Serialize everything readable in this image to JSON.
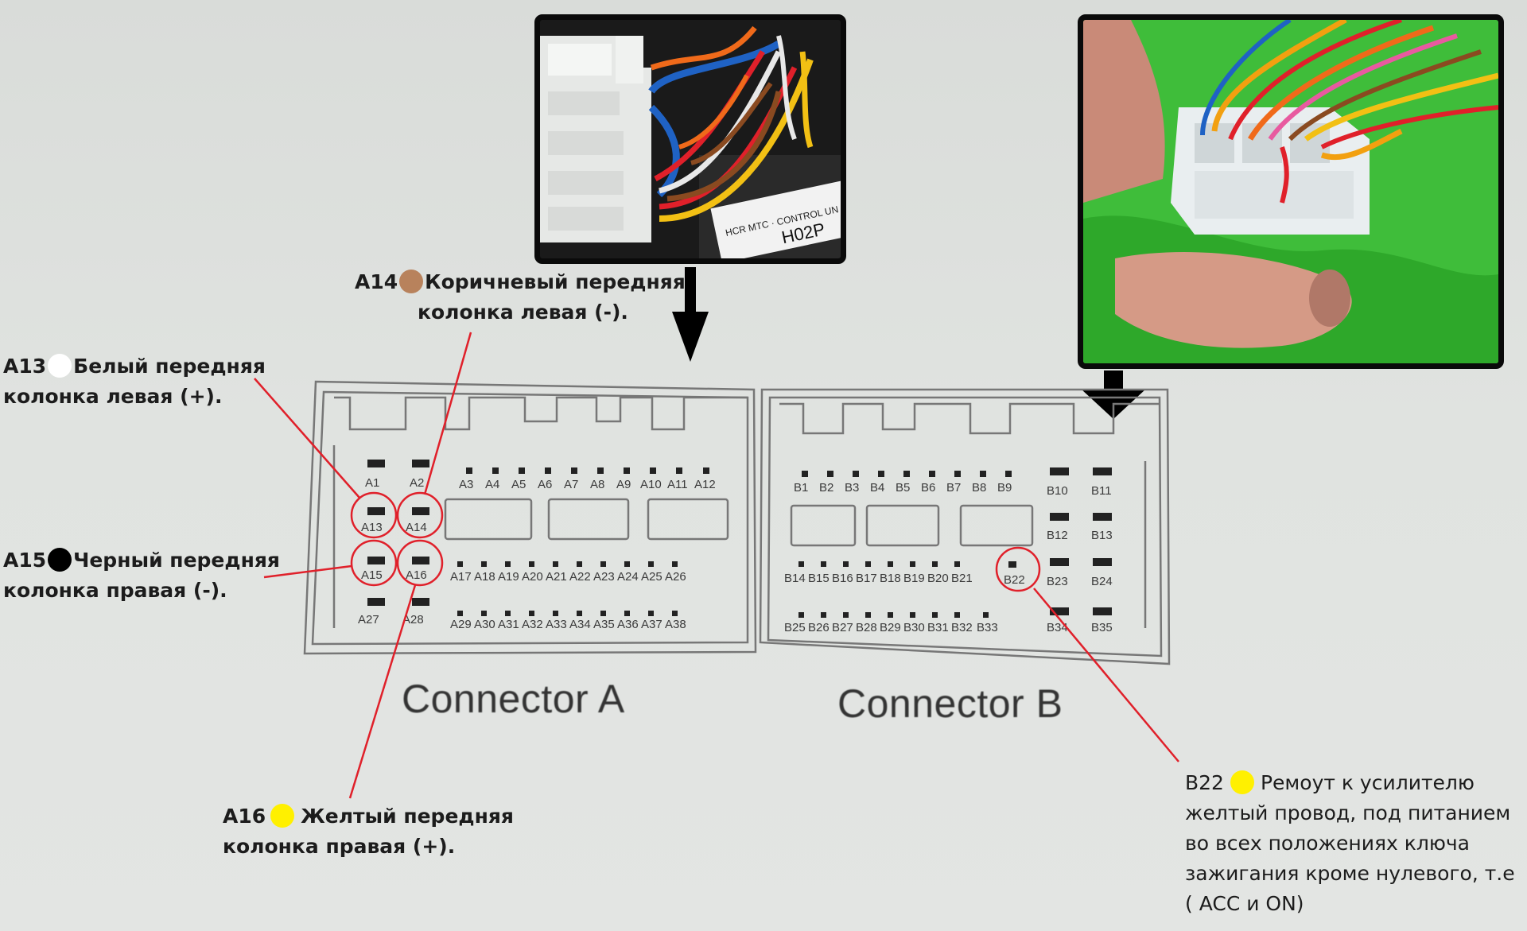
{
  "photos": {
    "left": {
      "label_text": "HCR MTC · CONTROL UN",
      "part_no": "H02P"
    }
  },
  "colors": {
    "white_dot": "#ffffff",
    "brown_dot": "#b8825c",
    "black_dot": "#000000",
    "yellow_dot": "#fff000",
    "callout_line": "#e0202a",
    "arrow": "#000000"
  },
  "callouts": {
    "a13": {
      "pin": "A13",
      "dot_color": "white",
      "line1": "Белый передняя",
      "line2": "колонка левая (+)."
    },
    "a14": {
      "pin": "A14",
      "dot_color": "brown",
      "line1": "Коричневый передняя",
      "line2": "колонка левая (-)."
    },
    "a15": {
      "pin": "A15",
      "dot_color": "black",
      "line1": "Черный передняя",
      "line2": "колонка правая (-)."
    },
    "a16": {
      "pin": "A16",
      "dot_color": "yellow",
      "line1": "Желтый передняя",
      "line2": "колонка правая (+)."
    },
    "b22": {
      "pin": "B22",
      "dot_color": "yellow",
      "line1": "Ремоут к усилителю",
      "line2": "желтый провод, под питанием",
      "line3": "во всех положениях ключа",
      "line4": "зажигания кроме нулевого, т.е",
      "line5": "( ACC и ON)"
    }
  },
  "connector_a": {
    "caption": "Connector A",
    "pins_row1": [
      "A1",
      "A2",
      "A3",
      "A4",
      "A5",
      "A6",
      "A7",
      "A8",
      "A9",
      "A10",
      "A11",
      "A12"
    ],
    "pins_row2": [
      "A13",
      "A14"
    ],
    "pins_row3": [
      "A15",
      "A16",
      "A17",
      "A18",
      "A19",
      "A20",
      "A21",
      "A22",
      "A23",
      "A24",
      "A25",
      "A26"
    ],
    "pins_row4": [
      "A27",
      "A28",
      "A29",
      "A30",
      "A31",
      "A32",
      "A33",
      "A34",
      "A35",
      "A36",
      "A37",
      "A38"
    ]
  },
  "connector_b": {
    "caption": "Connector B",
    "pins_row1": [
      "B1",
      "B2",
      "B3",
      "B4",
      "B5",
      "B6",
      "B7",
      "B8",
      "B9",
      "B10",
      "B11"
    ],
    "pins_row2": [
      "B12",
      "B13"
    ],
    "pins_row3": [
      "B14",
      "B15",
      "B16",
      "B17",
      "B18",
      "B19",
      "B20",
      "B21",
      "B22",
      "B23",
      "B24"
    ],
    "pins_row4": [
      "B25",
      "B26",
      "B27",
      "B28",
      "B29",
      "B30",
      "B31",
      "B32",
      "B33",
      "B34",
      "B35"
    ]
  }
}
